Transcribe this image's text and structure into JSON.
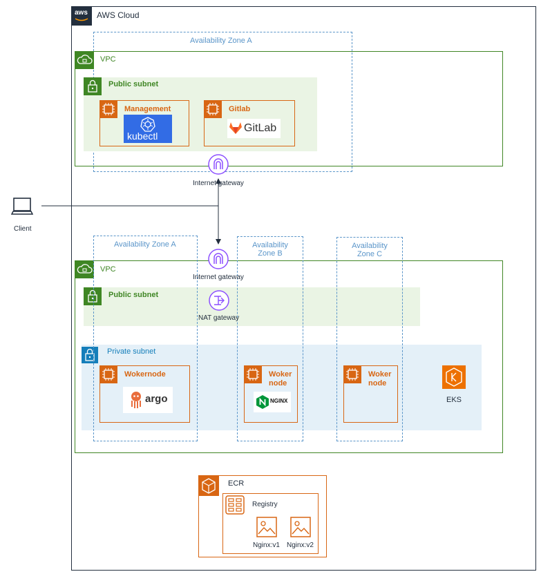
{
  "cloud": {
    "title": "AWS Cloud",
    "badge": "aws"
  },
  "client": {
    "label": "Client"
  },
  "top_region": {
    "az_label": "Availability Zone A",
    "vpc_label": "VPC",
    "public_subnet_label": "Public subnet",
    "instances": [
      {
        "label": "Management",
        "logo_text": "kubectl"
      },
      {
        "label": "Gitlab",
        "logo_text": "GitLab"
      }
    ],
    "internet_gateway_label": "Internet gateway"
  },
  "bottom_region": {
    "az_labels": [
      "Availability Zone A",
      "Availability\nZone B",
      "Availability\nZone C"
    ],
    "vpc_label": "VPC",
    "internet_gateway_label": "Internet gateway",
    "public_subnet_label": "Public subnet",
    "nat_gateway_label": "NAT gateway",
    "private_subnet_label": "Private subnet",
    "nodes": [
      {
        "label": "Wokernode",
        "logo_text": "argo"
      },
      {
        "label": "Woker\nnode",
        "logo_text": "NGINX"
      },
      {
        "label": "Woker\nnode"
      }
    ],
    "eks_label": "EKS"
  },
  "ecr": {
    "label": "ECR",
    "registry_label": "Registry",
    "images": [
      "Nginx:v1",
      "Nginx:v2"
    ]
  },
  "colors": {
    "dark": "#232f3e",
    "vpc_green": "#3f8624",
    "az_blue": "#5a95c9",
    "private_blue": "#147eba",
    "ec2_orange": "#d86613",
    "gateway_purple": "#8c4fff",
    "kubectl_blue": "#326ce5",
    "gitlab_orange": "#fc6d26",
    "nginx_green": "#009639"
  }
}
